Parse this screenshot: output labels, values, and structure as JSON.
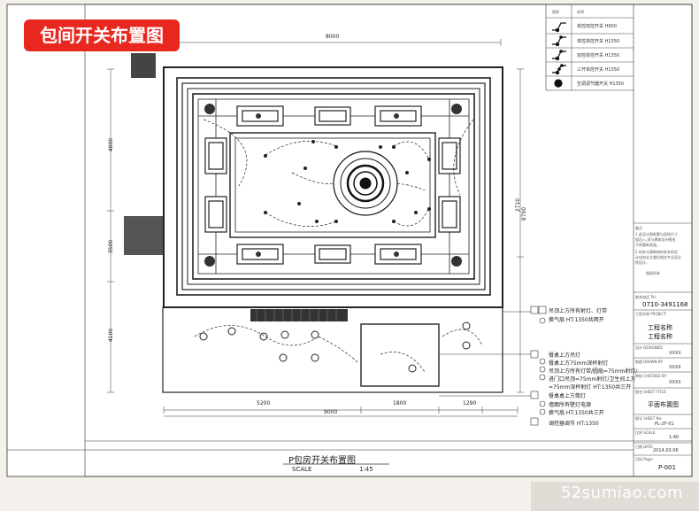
{
  "badge": {
    "title": "包间开关布置图"
  },
  "watermark": "52sumiao.com",
  "drawing": {
    "title": "P包房开关布置图",
    "scale_label": "SCALE",
    "scale_value": "1:45"
  },
  "dimensions": {
    "top": "8000",
    "left_upper": "4800",
    "left_mid": "3500",
    "left_lower": "4100",
    "right_upper": "2710",
    "right_mid": "8700",
    "bottom_a": "5200",
    "bottom_b": "9000",
    "bottom_c": "1800",
    "bottom_d": "1290"
  },
  "legend": {
    "header_symbol": "图例",
    "header_desc": "说明",
    "rows": [
      {
        "icon": "single-switch-icon",
        "text": "单控双控开关  H900"
      },
      {
        "icon": "double-switch-icon",
        "text": "单控单控开关  H1350"
      },
      {
        "icon": "double-switch-icon-2",
        "text": "双控单控开关  H1350"
      },
      {
        "icon": "triple-switch-icon",
        "text": "三开单控开关 H1350"
      },
      {
        "icon": "dimmer-switch-icon",
        "text": "空调调节器开关 H1350"
      }
    ]
  },
  "callouts_top": [
    "吊顶上方所有射灯、灯带",
    "换气扇     HT:1350共两开"
  ],
  "callouts_bottom": [
    "餐桌上方吊灯",
    "餐桌上方75mm深杯射灯",
    "吊顶上方所有灯带/圆扇=75mm射灯/",
    "进门口吊顶=75mm射灯/卫生间上方",
    "=75mm深杯射灯  HT:1350共三开",
    "餐桌桌上方筒灯",
    "墙面所有壁灯电源",
    "换气扇    HT:1350共三开",
    "调控器调节   HT:1350"
  ],
  "title_block": {
    "notes_label": "备注",
    "notes": [
      "1.此设计图纸需与现场尺寸",
      "相达入,须与建筑设计图纸",
      "不再重新改变。",
      "2.所有与建筑结构有关的设",
      "计应由业主委托相关专业设计",
      "院设计。",
      "版权所有"
    ],
    "phone_label": "联系电话 Tel:",
    "phone": "0710-3491168",
    "project_label": "工程名称 PROJECT:",
    "project": [
      "工程名称",
      "工程名称"
    ],
    "designer_label": "设计 DESIGNED:",
    "designer": "XXXX",
    "drawn_label": "制图 DRAWN BY:",
    "drawn": "XXXX",
    "checked_label": "审核 CHECKED BY:",
    "checked": "XXXX",
    "sheet_title_label": "图名 SHEET TITLE:",
    "sheet_title": "平面布置图",
    "sheet_no_label": "图号 SHEET No:",
    "sheet_no": "PL-2F-01",
    "scale_label": "比例 SCALE:",
    "scale": "1:40",
    "date_label": "日期 DATE:",
    "date": "2014.03.06",
    "page_label": "页码 Page:",
    "page": "P-001"
  }
}
